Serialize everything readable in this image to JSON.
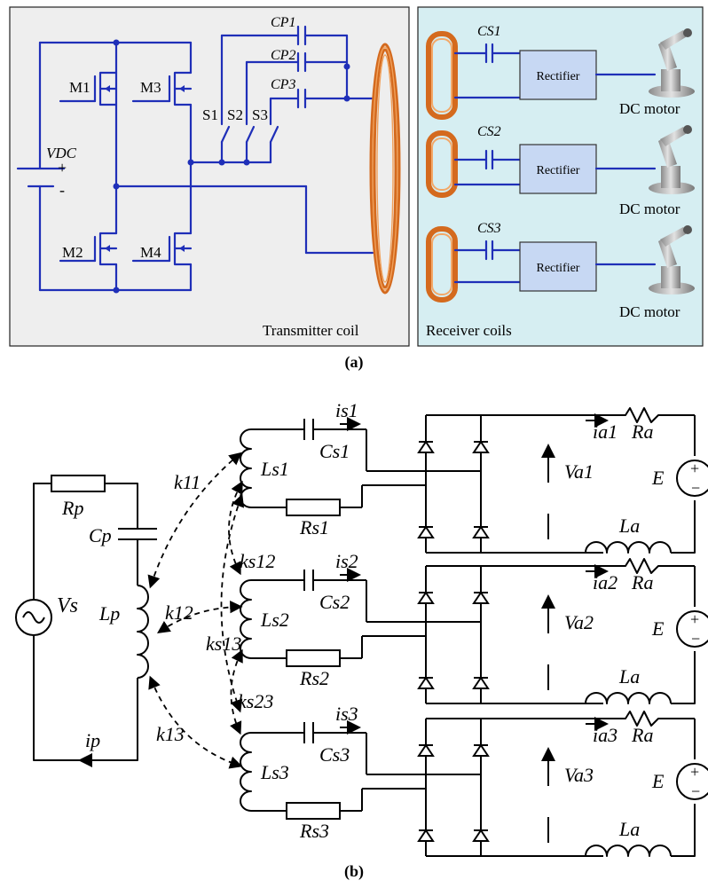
{
  "panel_a": {
    "transistors": [
      "M1",
      "M2",
      "M3",
      "M4"
    ],
    "source_label": "VDC",
    "source_plus": "+",
    "source_minus": "-",
    "switches": [
      "S1",
      "S2",
      "S3"
    ],
    "caps": [
      "CP1",
      "CP2",
      "CP3"
    ],
    "transmitter_label": "Transmitter coil",
    "receiver_label": "Receiver coils",
    "receivers": [
      {
        "cap": "CS1",
        "box": "Rectifier",
        "load": "DC motor"
      },
      {
        "cap": "CS2",
        "box": "Rectifier",
        "load": "DC motor"
      },
      {
        "cap": "CS3",
        "box": "Rectifier",
        "load": "DC motor"
      }
    ],
    "caption": "(a)"
  },
  "panel_b": {
    "source": "Vs",
    "rp": "Rp",
    "cp": "Cp",
    "lp": "Lp",
    "ip": "ip",
    "couplings": [
      "k11",
      "k12",
      "k13",
      "ks12",
      "ks13",
      "ks23"
    ],
    "secondaries": [
      {
        "i": "is1",
        "c": "Cs1",
        "l": "Ls1",
        "r": "Rs1",
        "ia": "ia1",
        "ra": "Ra",
        "v": "Va1",
        "la": "La",
        "e": "E"
      },
      {
        "i": "is2",
        "c": "Cs2",
        "l": "Ls2",
        "r": "Rs2",
        "ia": "ia2",
        "ra": "Ra",
        "v": "Va2",
        "la": "La",
        "e": "E"
      },
      {
        "i": "is3",
        "c": "Cs3",
        "l": "Ls3",
        "r": "Rs3",
        "ia": "ia3",
        "ra": "Ra",
        "v": "Va3",
        "la": "La",
        "e": "E"
      }
    ],
    "caption": "(b)"
  }
}
